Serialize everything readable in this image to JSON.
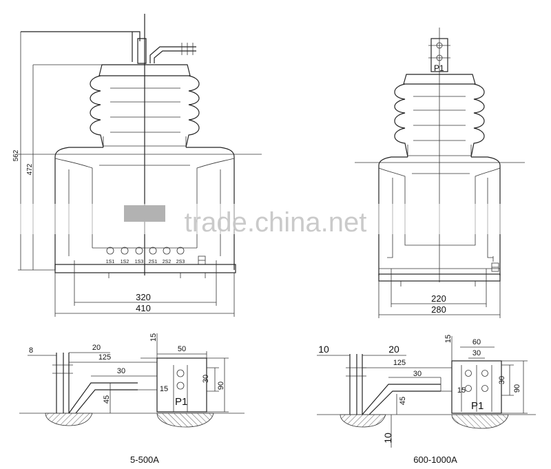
{
  "watermark": "trade.china.net",
  "left_view": {
    "height_overall": "562",
    "height_body": "472",
    "width_inner": "320",
    "width_outer": "410",
    "terminals": [
      "1S1",
      "1S2",
      "1S3",
      "2S1",
      "2S2",
      "2S3"
    ]
  },
  "right_view": {
    "terminal_label": "P1",
    "width_inner": "220",
    "width_outer": "280"
  },
  "detail_left": {
    "caption": "5-500A",
    "dims": {
      "d8": "8",
      "d20": "20",
      "d125": "125",
      "d30a": "30",
      "d45": "45",
      "d15a": "15",
      "d50": "50",
      "d30b": "30",
      "d15b": "15",
      "d90": "90"
    },
    "terminal_label": "P1"
  },
  "detail_right": {
    "caption": "600-1000A",
    "dims": {
      "d10a": "10",
      "d20": "20",
      "d125": "125",
      "d30a": "30",
      "d45": "45",
      "d10b": "10",
      "d15a": "15",
      "d60": "60",
      "d30b": "30",
      "d30c": "30",
      "d15b": "15",
      "d90": "90"
    },
    "terminal_label": "P1"
  }
}
